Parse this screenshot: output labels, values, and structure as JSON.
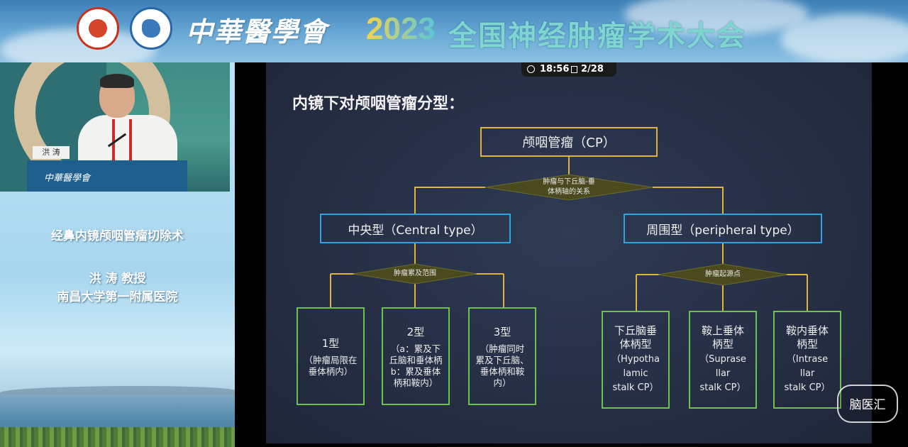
{
  "header": {
    "calligraphy": "中華醫學會",
    "year": "2023",
    "title": "全国神经肿瘤学术大会"
  },
  "camera": {
    "nameplate": "洪 涛",
    "podium_logo": "中華醫學會"
  },
  "talk": {
    "title": "经鼻内镜颅咽管瘤切除术",
    "speaker": "洪 涛 教授",
    "affiliation": "南昌大学第一附属医院"
  },
  "status": {
    "time": "18:56",
    "page": "2/28"
  },
  "slide": {
    "heading": "内镜下对颅咽管瘤分型：",
    "root": "颅咽管瘤（CP）",
    "split_label": "肿瘤与下丘脑-垂\n体柄轴的关系",
    "central": {
      "label": "中央型（Central type）",
      "criterion": "肿瘤累及范围",
      "types": [
        {
          "title": "1型",
          "desc": "（肿瘤局限在\n垂体柄内）"
        },
        {
          "title": "2型",
          "desc": "（a：累及下\n丘脑和垂体柄\nb：累及垂体\n柄和鞍内）"
        },
        {
          "title": "3型",
          "desc": "（肿瘤同时\n累及下丘脑、\n垂体柄和鞍\n内）"
        }
      ]
    },
    "peripheral": {
      "label": "周围型（peripheral type）",
      "criterion": "肿瘤起源点",
      "types": [
        {
          "title": "下丘脑垂\n体柄型",
          "desc": "（Hypotha\nlamic\nstalk CP）"
        },
        {
          "title": "鞍上垂体\n柄型",
          "desc": "（Suprase\nllar\nstalk CP）"
        },
        {
          "title": "鞍内垂体\n柄型",
          "desc": "（Intrase\nllar\nstalk CP）"
        }
      ]
    }
  },
  "watermark": "脑医汇",
  "colors": {
    "root_border": "#e0b437",
    "type_border": "#2ea4e2",
    "leaf_border": "#6cc24a",
    "connector": "#e0b437",
    "diamond_fill": "#4a4a1e"
  }
}
